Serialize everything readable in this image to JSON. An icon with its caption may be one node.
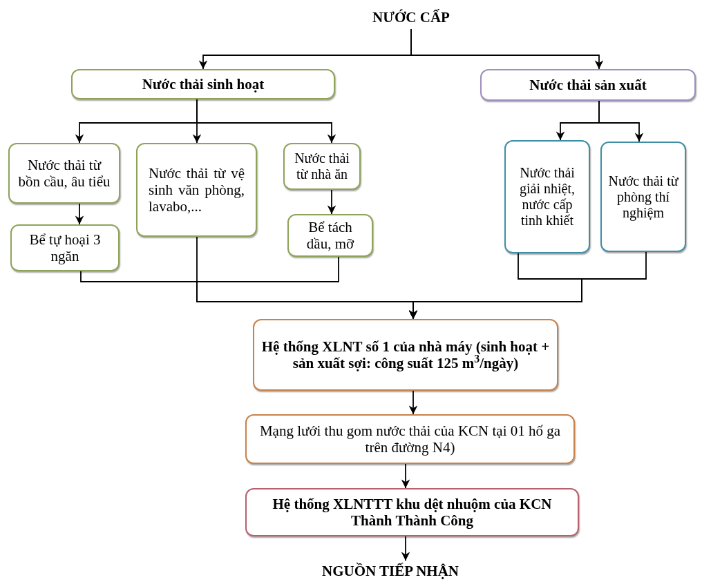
{
  "diagram": {
    "nodes": [
      {
        "text": [
          "NƯỚC CẤP"
        ]
      },
      {
        "text": [
          "Nước thải sinh hoạt"
        ]
      },
      {
        "text": [
          "Nước thải sản xuất"
        ]
      },
      {
        "text": [
          "Nước thải từ bồn cầu, âu tiểu"
        ]
      },
      {
        "text": [
          "Nước thải từ vệ sinh văn phòng, lavabo,..."
        ]
      },
      {
        "text": [
          "Nước thải từ nhà ăn"
        ]
      },
      {
        "text": [
          "Bể tự hoại 3 ngăn"
        ]
      },
      {
        "text": [
          "Bể tách dầu, mỡ"
        ]
      },
      {
        "text": [
          "Nước thải giải nhiệt, nước cấp tinh khiết"
        ]
      },
      {
        "text": [
          "Nước thải từ phòng thí nghiệm"
        ]
      },
      {
        "text": [
          "Hệ thống XLNT số 1 của nhà máy (sinh hoạt + sản xuất sợi: công suất 125 m$^{3}$/ngày)"
        ]
      },
      {
        "text": [
          "Mạng lưới thu gom nước thải của KCN  tại 01 hố ga trên đường N4)"
        ]
      },
      {
        "text": [
          "Hệ thống XLNTTT khu dệt nhuộm của KCN Thành Thành Công"
        ]
      },
      {
        "text": [
          "NGUỒN TIẾP NHẬN"
        ]
      }
    ],
    "edges": [
      {
        "from": 0,
        "to": 1,
        "arrow": "to"
      },
      {
        "from": 0,
        "to": 2,
        "arrow": "to"
      },
      {
        "from": 1,
        "to": 3,
        "arrow": "to"
      },
      {
        "from": 1,
        "to": 4,
        "arrow": "to"
      },
      {
        "from": 1,
        "to": 5,
        "arrow": "to"
      },
      {
        "from": 3,
        "to": 6,
        "arrow": "to"
      },
      {
        "from": 5,
        "to": 7,
        "arrow": "to"
      },
      {
        "from": 2,
        "to": 8,
        "arrow": "to"
      },
      {
        "from": 2,
        "to": 9,
        "arrow": "to"
      },
      {
        "from": 6,
        "to": 10,
        "arrow": "to"
      },
      {
        "from": 4,
        "to": 10,
        "arrow": "to"
      },
      {
        "from": 7,
        "to": 10,
        "arrow": "to"
      },
      {
        "from": 8,
        "to": 10,
        "arrow": "to"
      },
      {
        "from": 9,
        "to": 10,
        "arrow": "to"
      },
      {
        "from": 10,
        "to": 11,
        "arrow": "to"
      },
      {
        "from": 11,
        "to": 12,
        "arrow": "to"
      },
      {
        "from": 12,
        "to": 13,
        "arrow": "to"
      }
    ]
  }
}
